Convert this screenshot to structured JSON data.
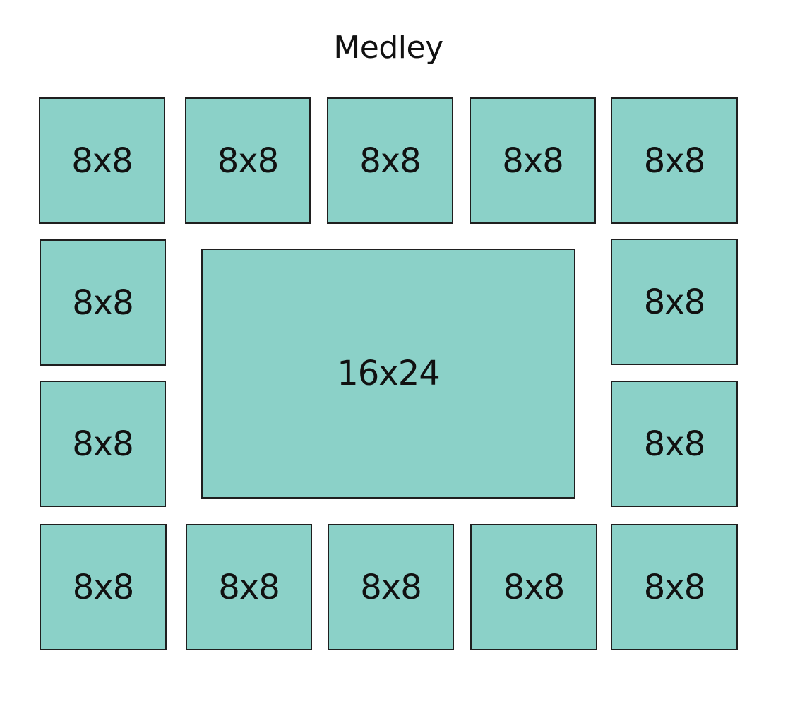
{
  "title": "Medley",
  "colors": {
    "panel_fill": "#8bd1c8",
    "panel_border": "#1f1f1f",
    "text": "#111111",
    "background": "#ffffff"
  },
  "panels": {
    "top": [
      "8x8",
      "8x8",
      "8x8",
      "8x8",
      "8x8"
    ],
    "left": [
      "8x8",
      "8x8"
    ],
    "center": "16x24",
    "right": [
      "8x8",
      "8x8"
    ],
    "bottom": [
      "8x8",
      "8x8",
      "8x8",
      "8x8",
      "8x8"
    ]
  }
}
